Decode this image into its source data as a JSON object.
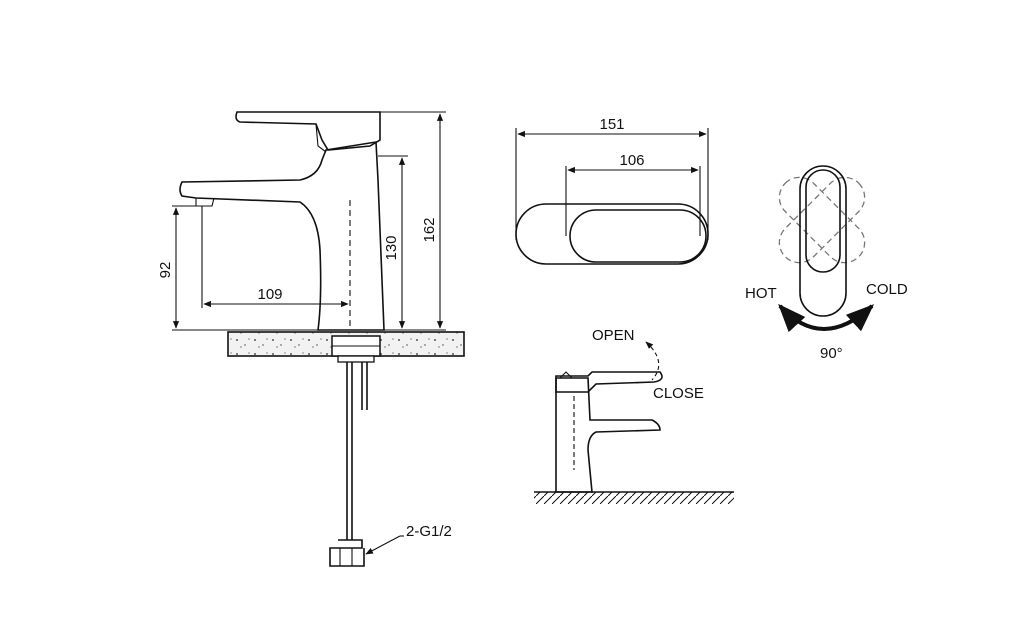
{
  "dimensions": {
    "height_total": "162",
    "height_spout": "130",
    "height_outlet": "92",
    "reach": "109",
    "top_width": "151",
    "top_inner_width": "106"
  },
  "labels": {
    "connection": "2-G1/2",
    "open": "OPEN",
    "close": "CLOSE",
    "hot": "HOT",
    "cold": "COLD",
    "angle": "90°"
  },
  "colors": {
    "line": "#111111",
    "ghost": "#777777",
    "counter_fill": "#ececec"
  },
  "icons": [
    "arrow-head-icon",
    "curved-arrow-icon"
  ]
}
